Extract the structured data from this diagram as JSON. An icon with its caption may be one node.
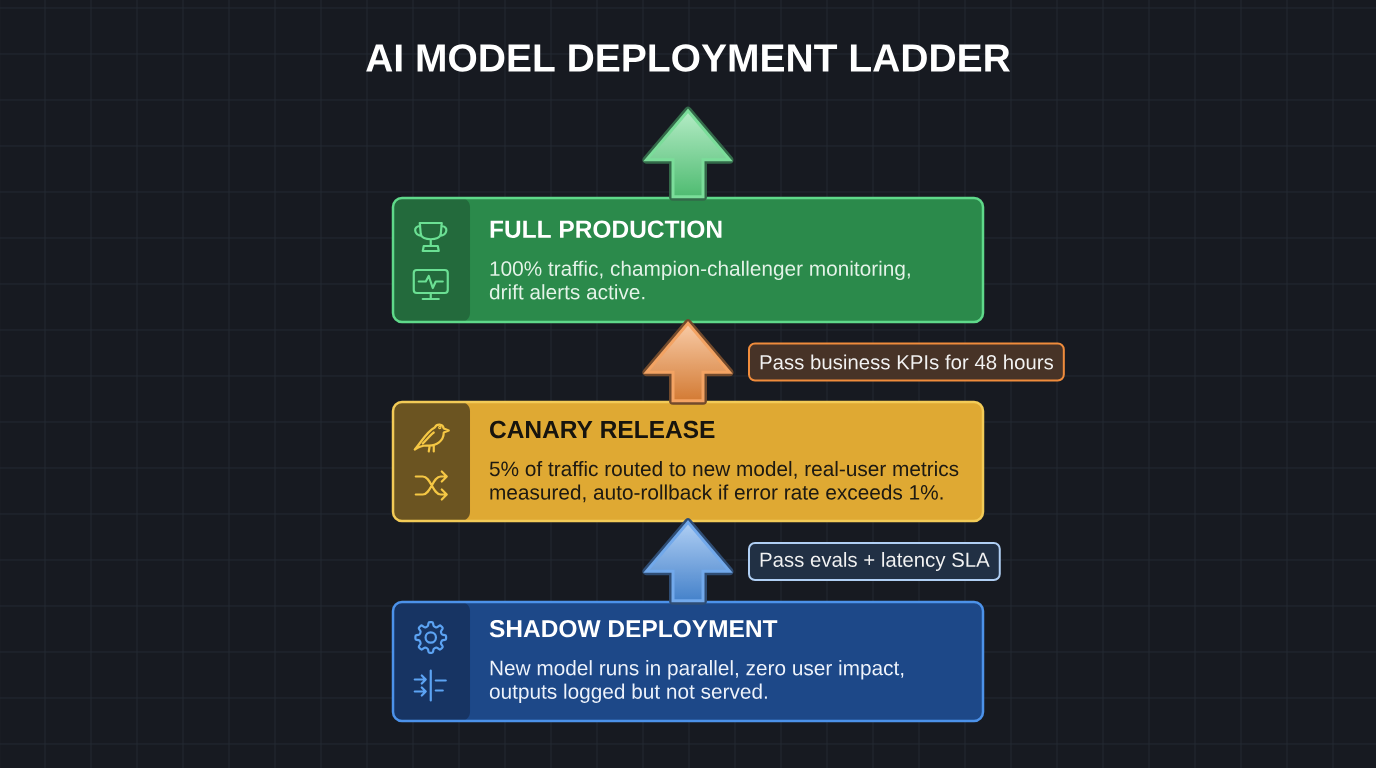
{
  "diagram": {
    "title": "AI MODEL DEPLOYMENT LADDER",
    "nodes": [
      {
        "text": [
          "FULL PRODUCTION",
          "100% traffic, champion-challenger monitoring, drift alerts active."
        ]
      },
      {
        "text": [
          "CANARY RELEASE",
          "5% of traffic routed to new model, real-user metrics measured, auto-rollback if error rate exceeds 1%."
        ]
      },
      {
        "text": [
          "SHADOW DEPLOYMENT",
          "New model runs in parallel, zero user impact, outputs logged but not served."
        ]
      }
    ],
    "edges": [
      {
        "from": 0,
        "to": null,
        "arrow": "to",
        "color": "#5ad581"
      },
      {
        "from": 1,
        "to": 0,
        "arrow": "to",
        "label": "Pass business KPIs for 48 hours",
        "color": "#f08c3c"
      },
      {
        "from": 2,
        "to": 1,
        "arrow": "to",
        "label": "Pass evals + latency SLA",
        "color": "#4f94e6"
      }
    ]
  }
}
